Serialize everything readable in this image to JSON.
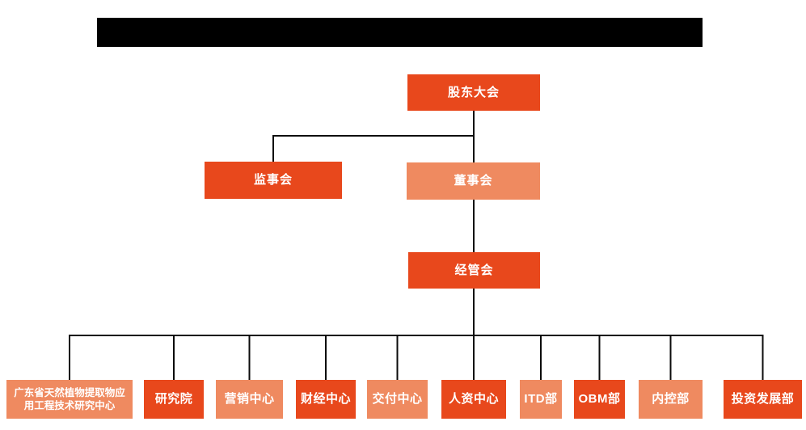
{
  "colors": {
    "primary_orange": "#E8481C",
    "secondary_salmon": "#EF8A60",
    "connector_line": "#0b0b0b",
    "box_text": "#ffffff",
    "redaction_bar": "#000000",
    "background": "#ffffff"
  },
  "org_chart": {
    "root": {
      "label": "股东大会",
      "variant": "primary"
    },
    "level2": [
      {
        "label": "监事会",
        "variant": "primary"
      },
      {
        "label": "董事会",
        "variant": "secondary"
      }
    ],
    "level3": {
      "label": "经管会",
      "variant": "primary"
    },
    "departments": [
      {
        "label": "广东省天然植物提取物应用工程技术研究中心",
        "variant": "secondary"
      },
      {
        "label": "研究院",
        "variant": "primary"
      },
      {
        "label": "营销中心",
        "variant": "secondary"
      },
      {
        "label": "财经中心",
        "variant": "primary"
      },
      {
        "label": "交付中心",
        "variant": "secondary"
      },
      {
        "label": "人资中心",
        "variant": "primary"
      },
      {
        "label": "ITD部",
        "variant": "secondary"
      },
      {
        "label": "OBM部",
        "variant": "primary"
      },
      {
        "label": "内控部",
        "variant": "secondary"
      },
      {
        "label": "投资发展部",
        "variant": "primary"
      }
    ]
  }
}
